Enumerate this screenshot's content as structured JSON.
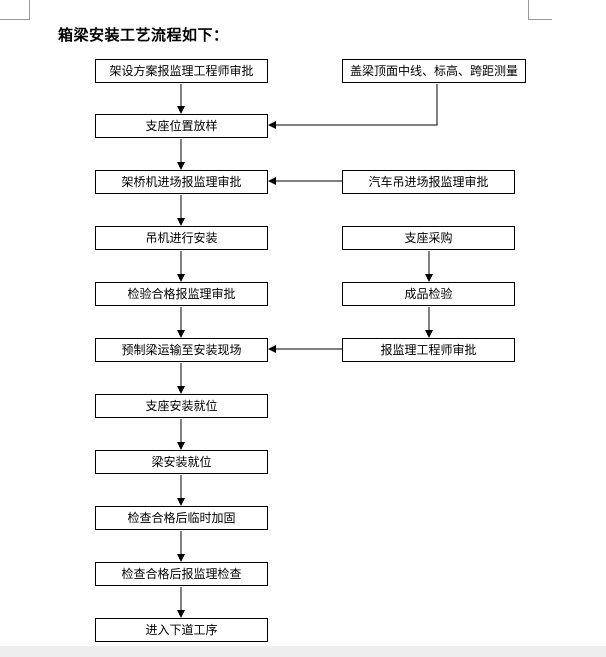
{
  "heading": "箱梁安装工艺流程如下：",
  "left_steps": [
    "架设方案报监理工程师审批",
    "支座位置放样",
    "架桥机进场报监理审批",
    "吊机进行安装",
    "检验合格报监理审批",
    "预制梁运输至安装现场",
    "支座安装就位",
    "梁安装就位",
    "检查合格后临时加固",
    "检查合格后报监理检查",
    "进入下道工序"
  ],
  "right_steps": {
    "survey": "盖梁顶面中线、标高、跨距测量",
    "crane_approval": "汽车吊进场报监理审批",
    "support_purchase": "支座采购",
    "product_inspection": "成品检验",
    "engineer_approval": "报监理工程师审批"
  }
}
